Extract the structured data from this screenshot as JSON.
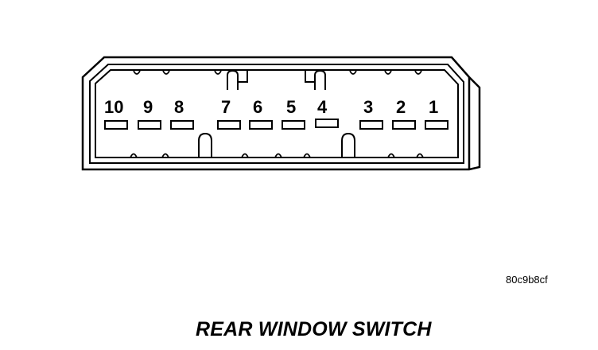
{
  "connector": {
    "pins": [
      {
        "number": "10"
      },
      {
        "number": "9"
      },
      {
        "number": "8"
      },
      {
        "number": "7"
      },
      {
        "number": "6"
      },
      {
        "number": "5"
      },
      {
        "number": "4"
      },
      {
        "number": "3"
      },
      {
        "number": "2"
      },
      {
        "number": "1"
      }
    ]
  },
  "reference_code": "80c9b8cf",
  "caption": "REAR WINDOW SWITCH"
}
